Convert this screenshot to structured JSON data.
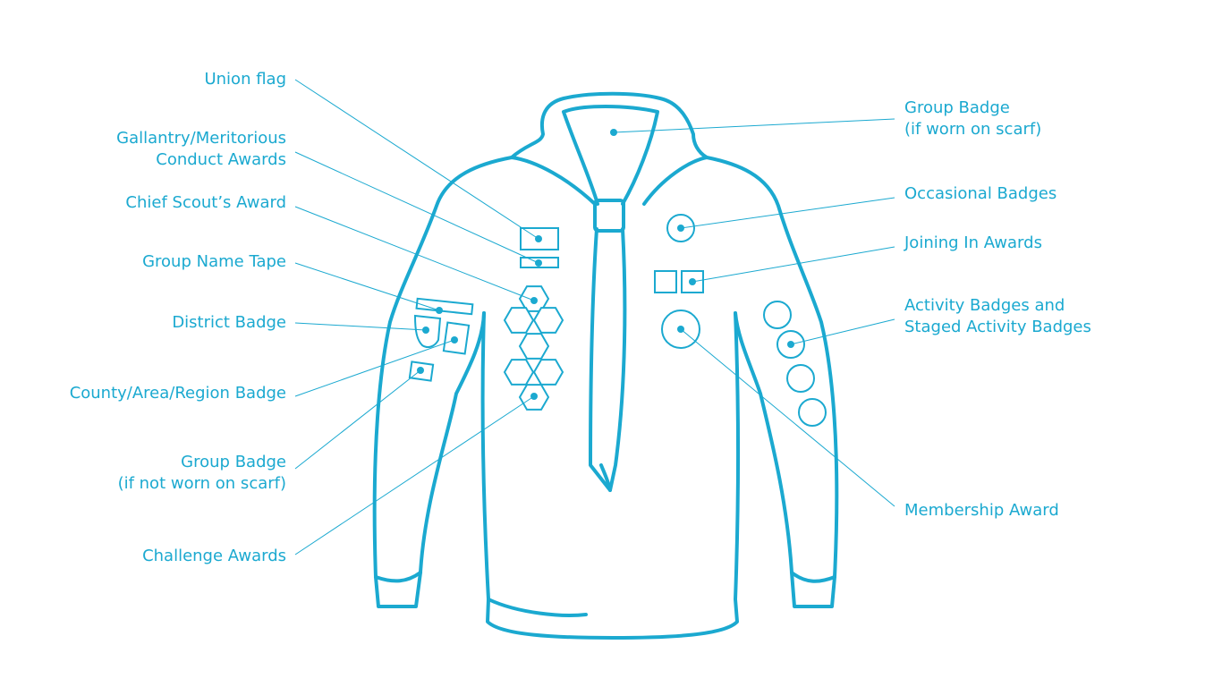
{
  "colors": {
    "accent": "#1ba9d0",
    "background": "#ffffff"
  },
  "labels": {
    "union_flag": "Union flag",
    "gallantry_line1": "Gallantry/Meritorious",
    "gallantry_line2": "Conduct Awards",
    "chief_scout": "Chief Scout’s Award",
    "group_name_tape": "Group Name Tape",
    "district_badge": "District Badge",
    "county_badge": "County/Area/Region Badge",
    "group_badge_sleeve_line1": "Group Badge",
    "group_badge_sleeve_line2": "(if not worn on scarf)",
    "challenge_awards": "Challenge Awards",
    "group_badge_scarf_line1": "Group Badge",
    "group_badge_scarf_line2": "(if worn on scarf)",
    "occasional_badges": "Occasional Badges",
    "joining_in": "Joining In Awards",
    "activity_line1": "Activity Badges and",
    "activity_line2": "Staged Activity Badges",
    "membership_award": "Membership Award"
  }
}
